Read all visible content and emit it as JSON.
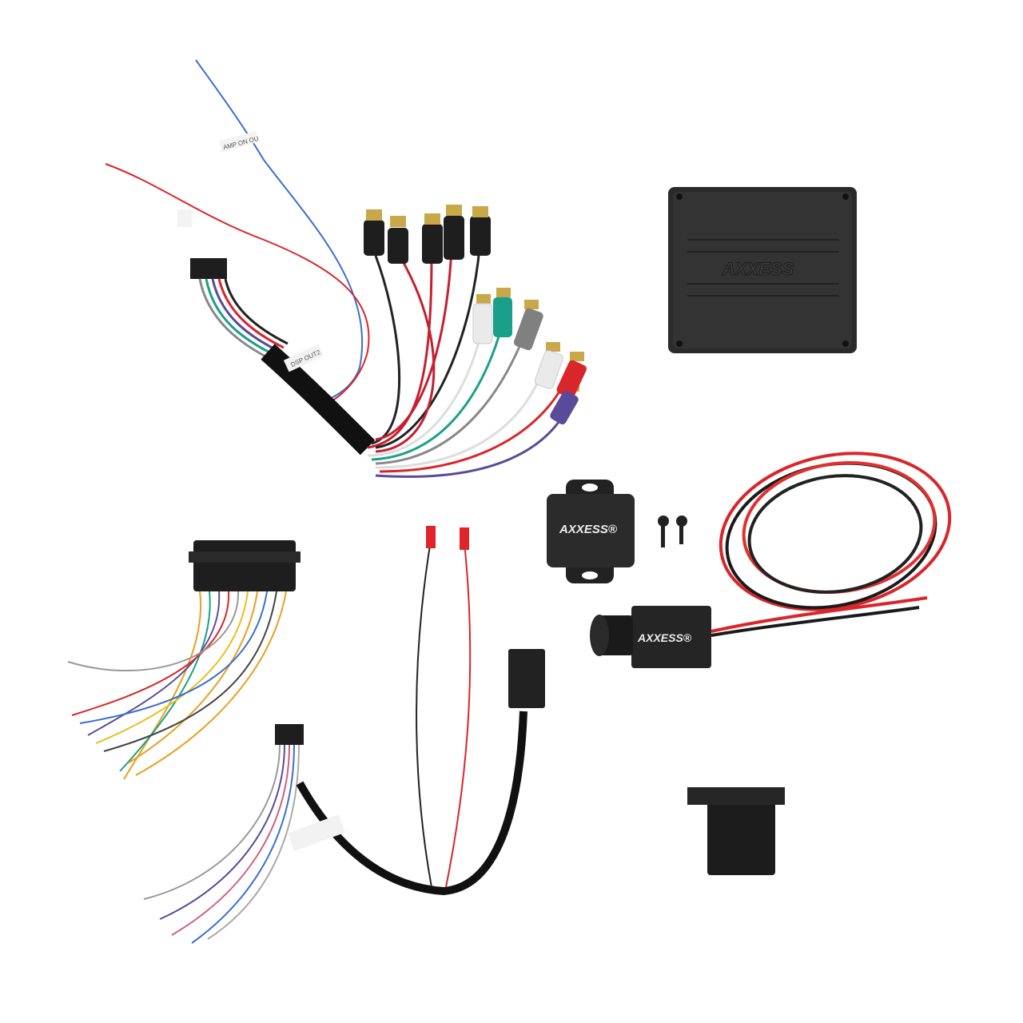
{
  "brand": "AXXESS",
  "brand_mark": "AXXESS®",
  "wire_labels": [
    "AMP ON OU",
    "DSP OUT2"
  ],
  "colors": {
    "background": "#ffffff",
    "module_black": "#2a2a2a",
    "wire_red": "#d9262b",
    "wire_blue": "#3a6fd0",
    "rca_green": "#1aa08a",
    "rca_gray": "#808080",
    "rca_purple": "#5a4a9a"
  }
}
